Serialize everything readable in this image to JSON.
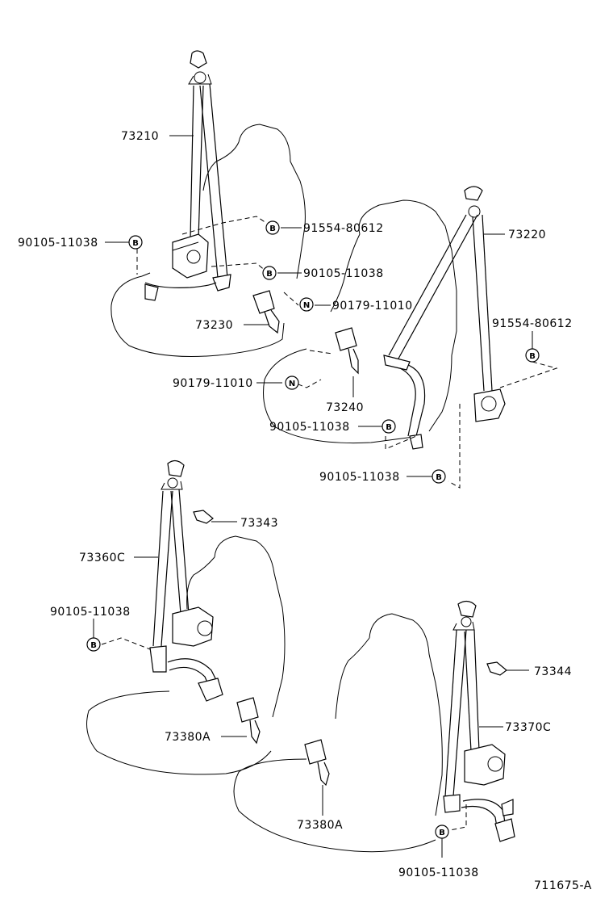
{
  "callouts": {
    "belt_73210": "73210",
    "clip_91554_a": "91554-80612",
    "bolt_90105_a": "90105-11038",
    "bolt_90105_b": "90105-11038",
    "nut_90179_a": "90179-11010",
    "buckle_73230": "73230",
    "belt_73220": "73220",
    "clip_91554_b": "91554-80612",
    "nut_90179_b": "90179-11010",
    "buckle_73240": "73240",
    "bolt_90105_c": "90105-11038",
    "bolt_90105_d": "90105-11038",
    "guide_73343": "73343",
    "belt_73360c": "73360C",
    "bolt_90105_e": "90105-11038",
    "buckle_73380a_left": "73380A",
    "guide_73344": "73344",
    "belt_73370c": "73370C",
    "buckle_73380a_right": "73380A",
    "bolt_90105_f": "90105-11038"
  },
  "symbols": {
    "bolt": "B",
    "nut": "N"
  },
  "diagram_id": "711675-A"
}
